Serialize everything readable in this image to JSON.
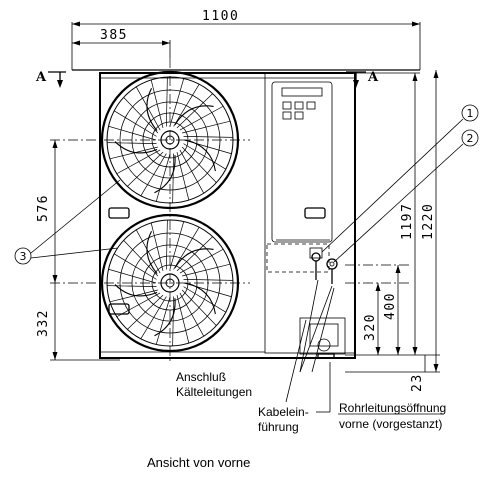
{
  "dimensions": {
    "overall_width": "1100",
    "fan_center_offset": "385",
    "fan_spacing": "576",
    "lower_fan_height": "332",
    "total_height_inner": "1197",
    "total_height_outer": "1220",
    "port_height_upper": "400",
    "port_height_lower": "320",
    "base_offset": "23"
  },
  "section_marks": {
    "left": "A",
    "right": "A"
  },
  "callouts": {
    "c1": "1",
    "c2": "2",
    "c3": "3"
  },
  "labels": {
    "refrigerant_line1": "Anschluß",
    "refrigerant_line2": "Kälteleitungen",
    "cable_line1": "Kabelein-",
    "cable_line2": "führung",
    "pipe_line1": "Rohrleitungsöffnung",
    "pipe_line2": "vorne (vorgestanzt)"
  },
  "caption": "Ansicht von vorne"
}
